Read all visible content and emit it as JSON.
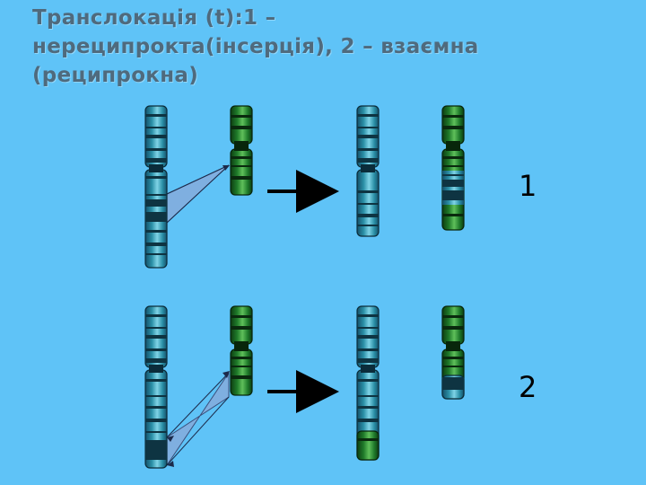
{
  "title": {
    "lines": [
      "Транслокація (t):1 –",
      "нереципрокта(інсерція), 2 – взаємна",
      "(реципрокна)"
    ]
  },
  "diagram": {
    "row_labels": [
      "1",
      "2"
    ]
  },
  "colors": {
    "background": "#5fc3f7",
    "title_text": "#4f6a7d",
    "chromosome_blue": "#2a8fa6",
    "chromosome_blue_light": "#7fd3e6",
    "chromosome_green": "#1f7a2a",
    "chromosome_green_light": "#5fbf5a",
    "band_dark": "#123a44",
    "translocation_wedge": "#8aa8d8",
    "arrow": "#000000"
  },
  "icons": {
    "process_arrow": "right-arrow-icon",
    "translocation_link": "translocation-wedge-icon"
  }
}
